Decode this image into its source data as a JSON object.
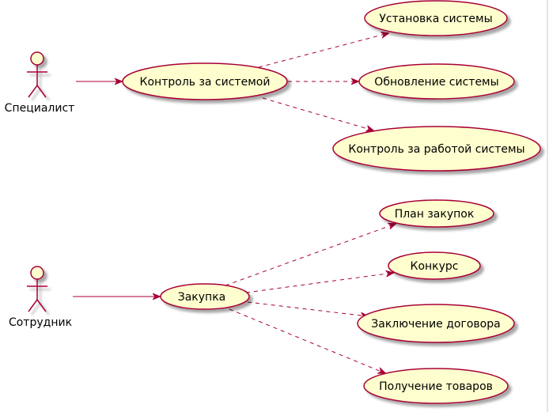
{
  "colors": {
    "actor_fill": "#FEFECE",
    "usecase_fill": "#FEFECE",
    "stroke": "#A80036",
    "shadow": "#C8C8C8",
    "text": "#000000",
    "background": "#FFFFFF"
  },
  "actors": [
    {
      "id": "specialist",
      "label": "Специалист"
    },
    {
      "id": "employee",
      "label": "Сотрудник"
    }
  ],
  "use_cases": [
    {
      "id": "system-control",
      "label": "Контроль за системой"
    },
    {
      "id": "system-install",
      "label": "Установка системы"
    },
    {
      "id": "system-update",
      "label": "Обновление системы"
    },
    {
      "id": "system-work-control",
      "label": "Контроль за работой системы"
    },
    {
      "id": "purchase",
      "label": "Закупка"
    },
    {
      "id": "purchase-plan",
      "label": "План закупок"
    },
    {
      "id": "tender",
      "label": "Конкурс"
    },
    {
      "id": "contract",
      "label": "Заключение договора"
    },
    {
      "id": "goods-receipt",
      "label": "Получение товаров"
    }
  ],
  "associations": [
    {
      "from": "specialist",
      "to": "system-control",
      "style": "solid"
    },
    {
      "from": "employee",
      "to": "purchase",
      "style": "solid"
    }
  ],
  "dependencies": [
    {
      "from": "system-control",
      "to": "system-install",
      "style": "dashed"
    },
    {
      "from": "system-control",
      "to": "system-update",
      "style": "dashed"
    },
    {
      "from": "system-control",
      "to": "system-work-control",
      "style": "dashed"
    },
    {
      "from": "purchase",
      "to": "purchase-plan",
      "style": "dashed"
    },
    {
      "from": "purchase",
      "to": "tender",
      "style": "dashed"
    },
    {
      "from": "purchase",
      "to": "contract",
      "style": "dashed"
    },
    {
      "from": "purchase",
      "to": "goods-receipt",
      "style": "dashed"
    }
  ]
}
